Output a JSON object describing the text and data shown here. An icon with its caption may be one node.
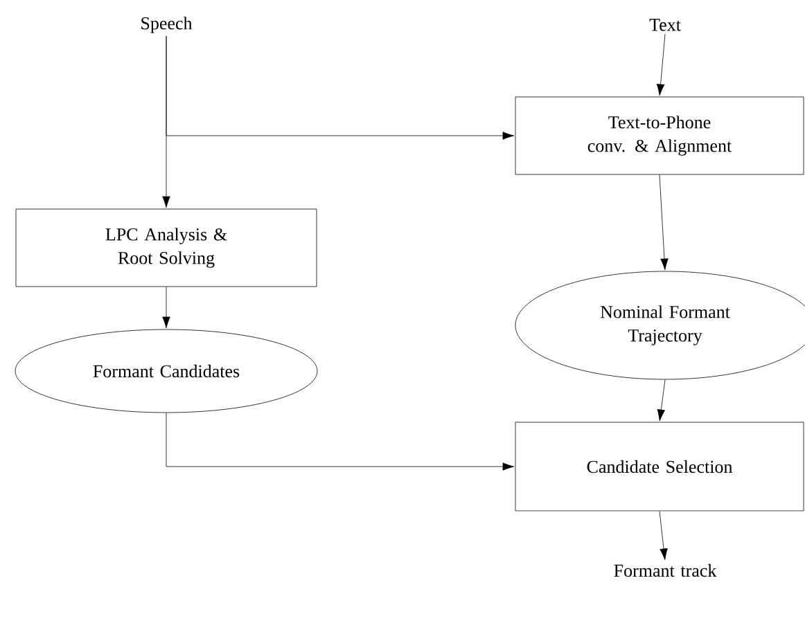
{
  "diagram": {
    "nodes": [
      {
        "text": [
          "Speech"
        ]
      },
      {
        "text": [
          "Text"
        ]
      },
      {
        "text": [
          "LPC Analysis & Root Solving"
        ]
      },
      {
        "text": [
          "Text-to-Phone conv. & Alignment"
        ]
      },
      {
        "text": [
          "Nominal Formant Trajectory"
        ]
      },
      {
        "text": [
          "Formant Candidates"
        ]
      },
      {
        "text": [
          "Candidate Selection"
        ]
      },
      {
        "text": [
          "Formant track"
        ]
      }
    ],
    "edges": [
      {
        "from": 0,
        "to": 2,
        "arrow": "to"
      },
      {
        "from": 0,
        "to": 3,
        "arrow": "to"
      },
      {
        "from": 1,
        "to": 3,
        "arrow": "to"
      },
      {
        "from": 2,
        "to": 5,
        "arrow": "to"
      },
      {
        "from": 3,
        "to": 4,
        "arrow": "to"
      },
      {
        "from": 4,
        "to": 6,
        "arrow": "to"
      },
      {
        "from": 5,
        "to": 6,
        "arrow": "to"
      },
      {
        "from": 6,
        "to": 7,
        "arrow": "to"
      }
    ]
  }
}
